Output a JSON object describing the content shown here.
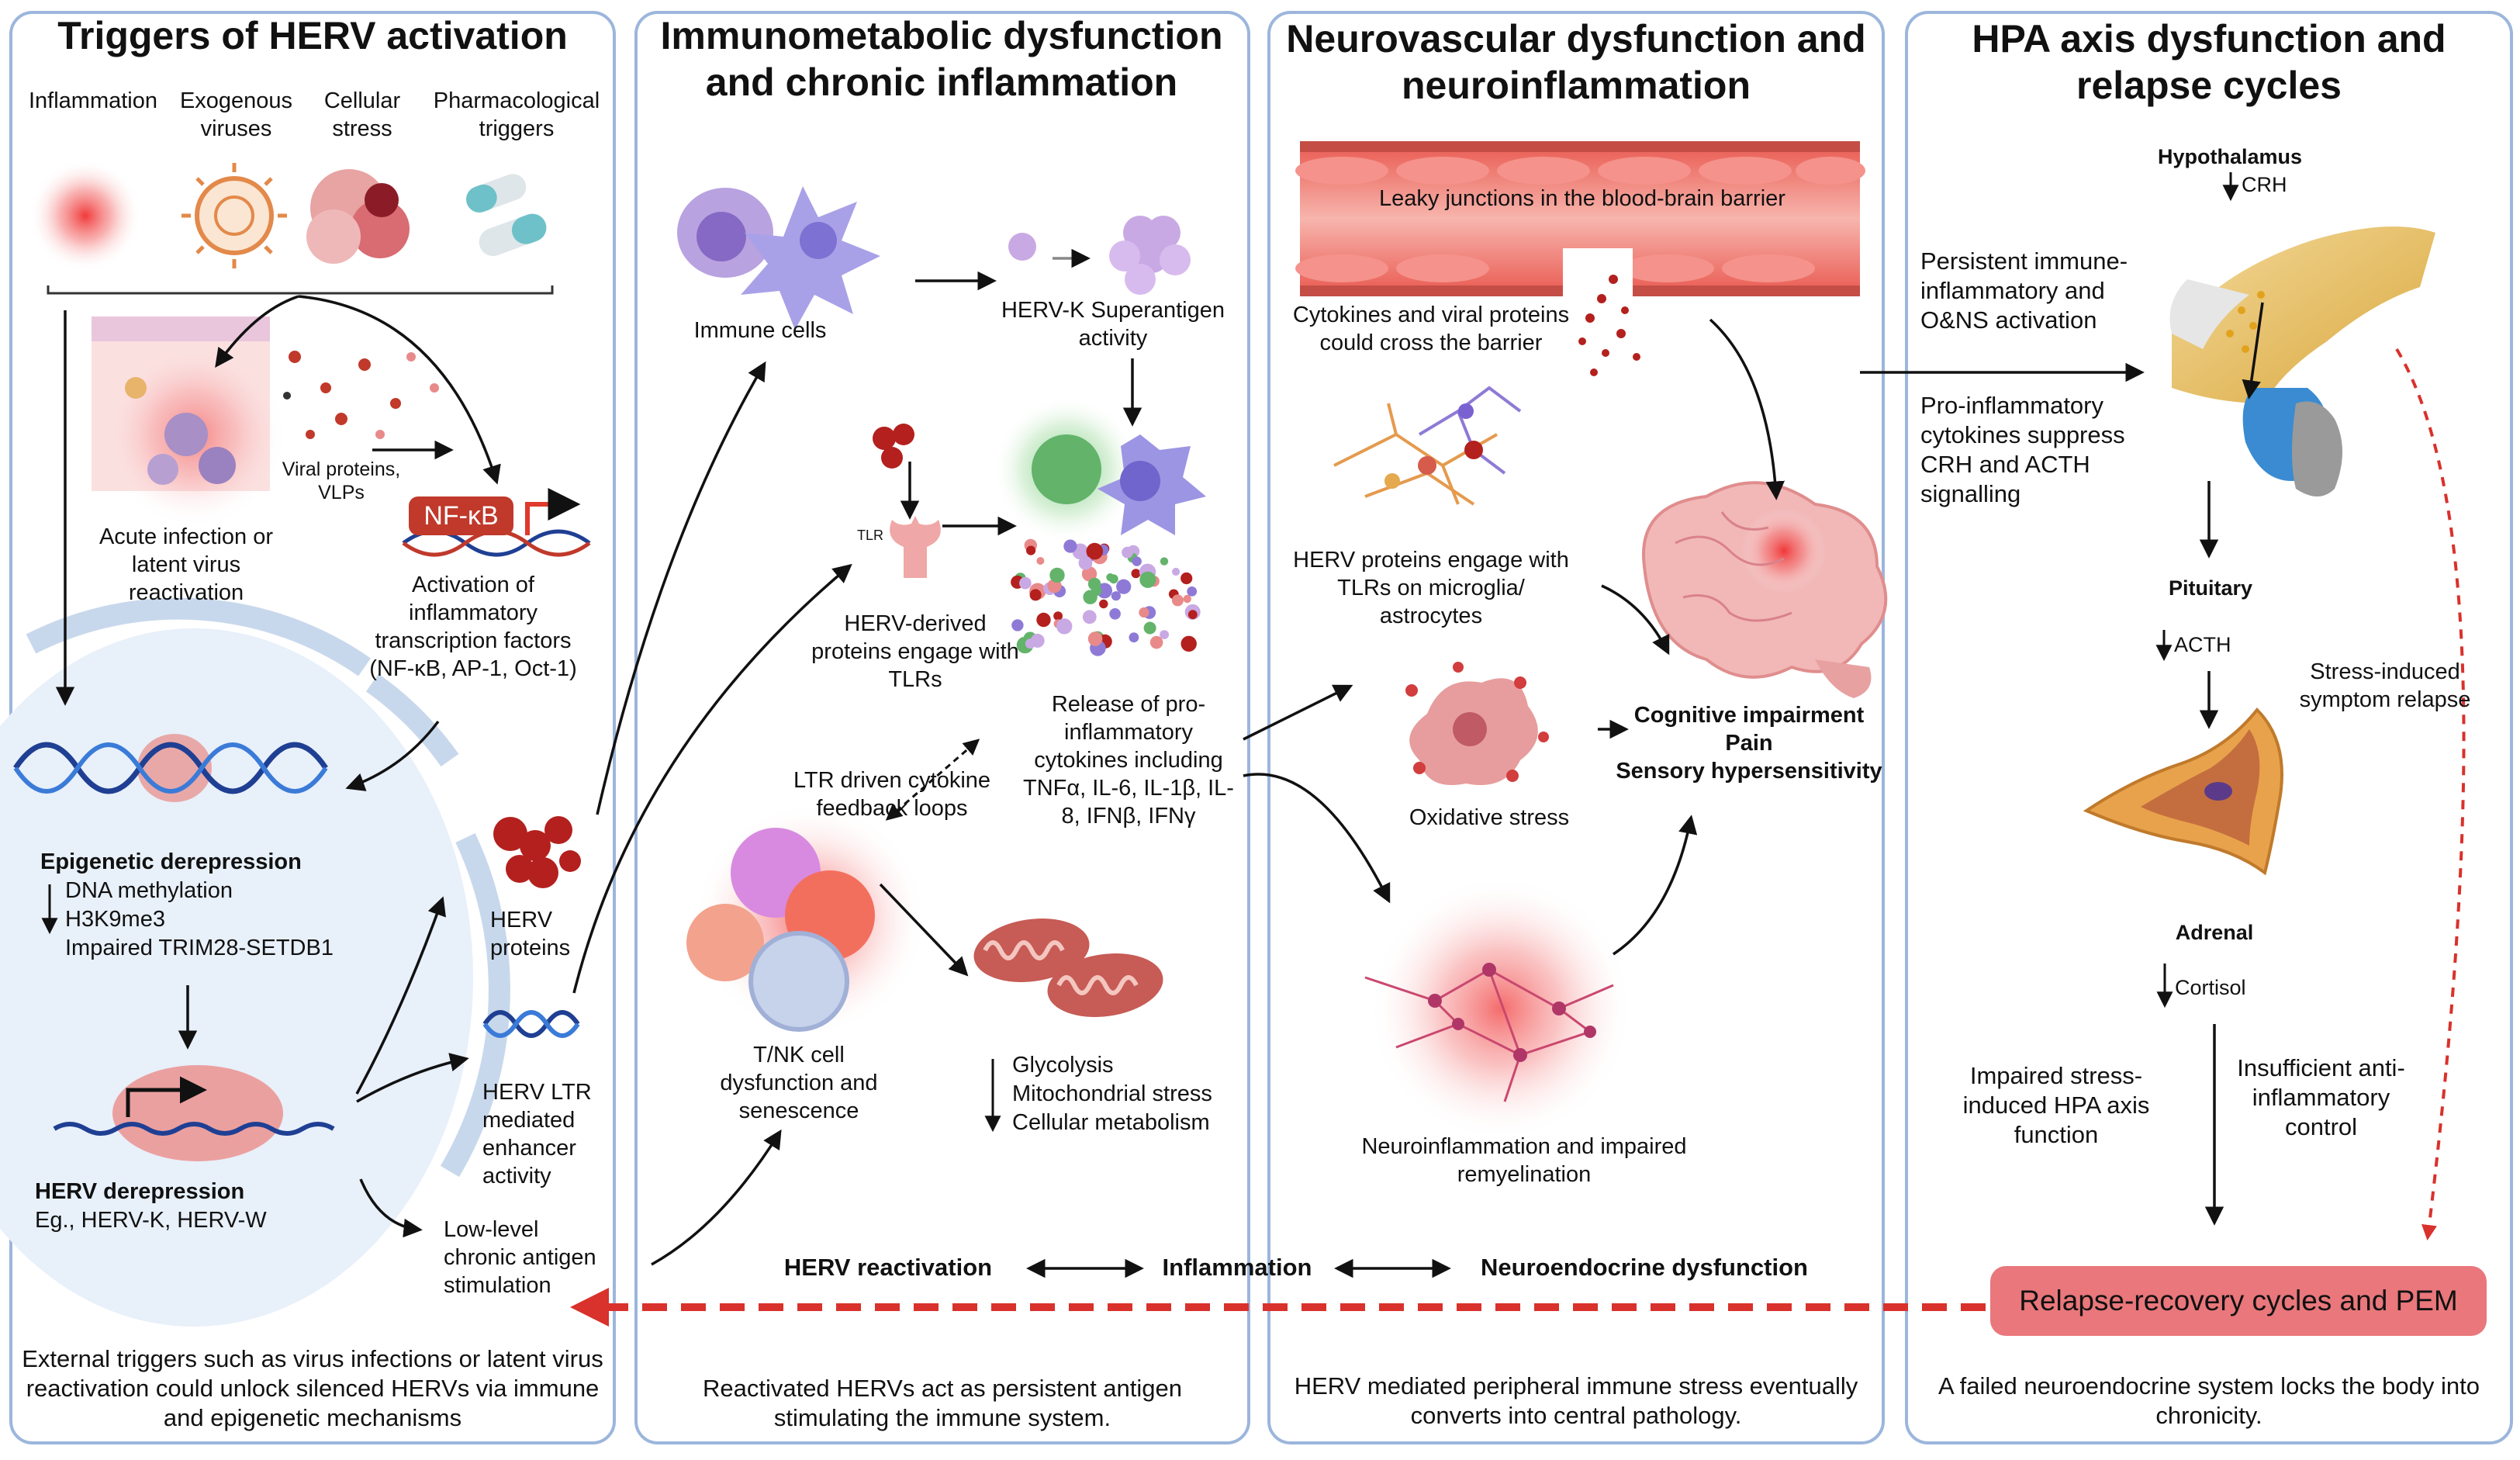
{
  "panels": [
    {
      "title": "Triggers of HERV activation",
      "footer": "External triggers such as virus infections or latent virus reactivation could unlock silenced HERVs via immune and epigenetic mechanisms",
      "triggers": [
        "Inflammation",
        "Exogenous viruses",
        "Cellular stress",
        "Pharmacological triggers"
      ],
      "acute_infection": "Acute infection or latent virus reactivation",
      "viral_proteins": "Viral proteins, VLPs",
      "nfkb_badge": "NF-κB",
      "activation_tf": "Activation of inflammatory transcription factors (NF-κB, AP-1, Oct-1)",
      "epigenetic_title": "Epigenetic derepression",
      "epigenetic_items": [
        "DNA methylation",
        "H3K9me3",
        "Impaired TRIM28-SETDB1"
      ],
      "herv_derepression_title": "HERV derepression",
      "herv_derepression_eg": "Eg., HERV-K, HERV-W",
      "herv_proteins": "HERV proteins",
      "herv_ltr": "HERV LTR mediated enhancer activity",
      "low_level": "Low-level chronic antigen stimulation"
    },
    {
      "title": "Immunometabolic dysfunction and chronic inflammation",
      "footer": "Reactivated HERVs act as persistent antigen stimulating the immune system.",
      "immune_cells": "Immune cells",
      "superantigen": "HERV-K Superantigen activity",
      "tlr_tag": "TLR",
      "herv_tlrs": "HERV-derived proteins engage with TLRs",
      "cytokines_release": "Release of pro-inflammatory cytokines including TNFα, IL-6, IL-1β, IL-8, IFNβ, IFNγ",
      "ltr_loops": "LTR driven cytokine feedback loops",
      "tnk": "T/NK cell dysfunction and senescence",
      "metabolism": [
        "Glycolysis",
        "Mitochondrial stress",
        "Cellular metabolism"
      ]
    },
    {
      "title": "Neurovascular dysfunction and neuroinflammation",
      "footer": "HERV mediated peripheral immune stress eventually converts into central pathology.",
      "leaky": "Leaky junctions in the blood-brain barrier",
      "cross_barrier": "Cytokines and viral proteins could cross the barrier",
      "herv_microglia": "HERV proteins engage with TLRs on microglia/ astrocytes",
      "oxidative": "Oxidative stress",
      "cognitive": [
        "Cognitive impairment",
        "Pain",
        "Sensory hypersensitivity"
      ],
      "neuroinflammation": "Neuroinflammation and impaired remyelination"
    },
    {
      "title": "HPA axis dysfunction and relapse cycles",
      "footer": "A failed neuroendocrine system locks the body into chronicity.",
      "hypothalamus": "Hypothalamus",
      "crh": "CRH",
      "persistent": "Persistent immune-inflammatory and O&NS activation",
      "proinflammatory": "Pro-inflammatory cytokines suppress CRH and ACTH signalling",
      "pituitary": "Pituitary",
      "acth": "ACTH",
      "stress_relapse": "Stress-induced symptom relapse",
      "adrenal": "Adrenal",
      "cortisol": "Cortisol",
      "impaired_hpa": "Impaired stress-induced HPA axis function",
      "insufficient": "Insufficient anti-inflammatory control",
      "relapse_box": "Relapse-recovery cycles and PEM"
    }
  ],
  "bottom_chain": [
    "HERV reactivation",
    "Inflammation",
    "Neuroendocrine dysfunction"
  ],
  "colors": {
    "panel_border": "#9cb6dc",
    "nucleus_fill": "#e8f0fa",
    "relapse_box": "#e9777b",
    "dashed_arrow": "#d9312b",
    "nfkb_badge": "#c0392b",
    "dna_blue": "#1f3f93",
    "glow_red": "#f24a4a"
  }
}
